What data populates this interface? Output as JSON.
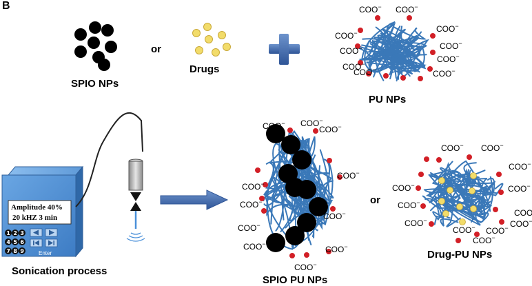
{
  "panel_letter": "B",
  "labels": {
    "spio_nps": "SPIO NPs",
    "or_top": "or",
    "drugs": "Drugs",
    "pu_nps": "PU NPs",
    "sonication_process": "Sonication process",
    "spio_pu_nps": "SPIO PU NPs",
    "or_bottom": "or",
    "drug_pu_nps": "Drug-PU NPs"
  },
  "carboxylate": {
    "base": "COO",
    "charge": "−"
  },
  "sonicator_panel": {
    "line1": "Amplitude 40%",
    "line2": "20 kHZ   3 min",
    "keys": [
      "1",
      "2",
      "3",
      "4",
      "5",
      "6",
      "7",
      "8",
      "9"
    ],
    "enter_label": "Enter"
  },
  "colors": {
    "polymer_strand": "#3a78b8",
    "carboxyl_dot": "#d21f26",
    "spio_particle": "#000000",
    "drug_particle": "#f2dc6a",
    "plus_sign": "#3f68a8",
    "arrow": "#3f68a8",
    "device_body": "#4f8fd4"
  }
}
